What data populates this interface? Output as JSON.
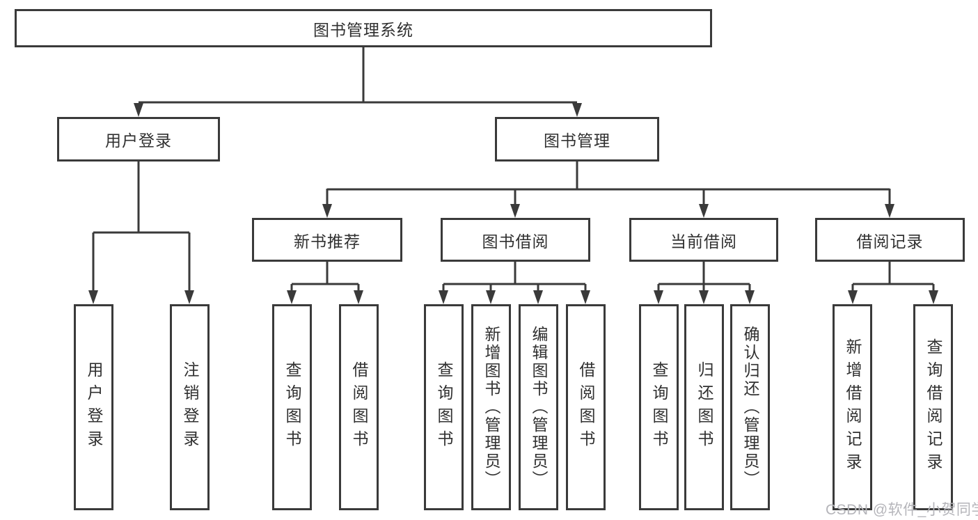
{
  "colors": {
    "line": "#3a3a3a",
    "text": "#303030",
    "box_background": "#ffffff",
    "watermark": "#b5b5ba"
  },
  "watermark": "CSDN @软件_小贺同学",
  "tree": {
    "root": "图书管理系统",
    "branches": [
      {
        "label": "用户登录",
        "children": [
          "用户登录",
          "注销登录"
        ]
      },
      {
        "label": "图书管理",
        "sections": [
          {
            "label": "新书推荐",
            "children": [
              "查询图书",
              "借阅图书"
            ]
          },
          {
            "label": "图书借阅",
            "children": [
              "查询图书",
              "新增图书（管理员）",
              "编辑图书（管理员）",
              "借阅图书"
            ]
          },
          {
            "label": "当前借阅",
            "children": [
              "查询图书",
              "归还图书",
              "确认归还（管理员）"
            ]
          },
          {
            "label": "借阅记录",
            "children": [
              "新增借阅记录",
              "查询借阅记录"
            ]
          }
        ]
      }
    ]
  }
}
